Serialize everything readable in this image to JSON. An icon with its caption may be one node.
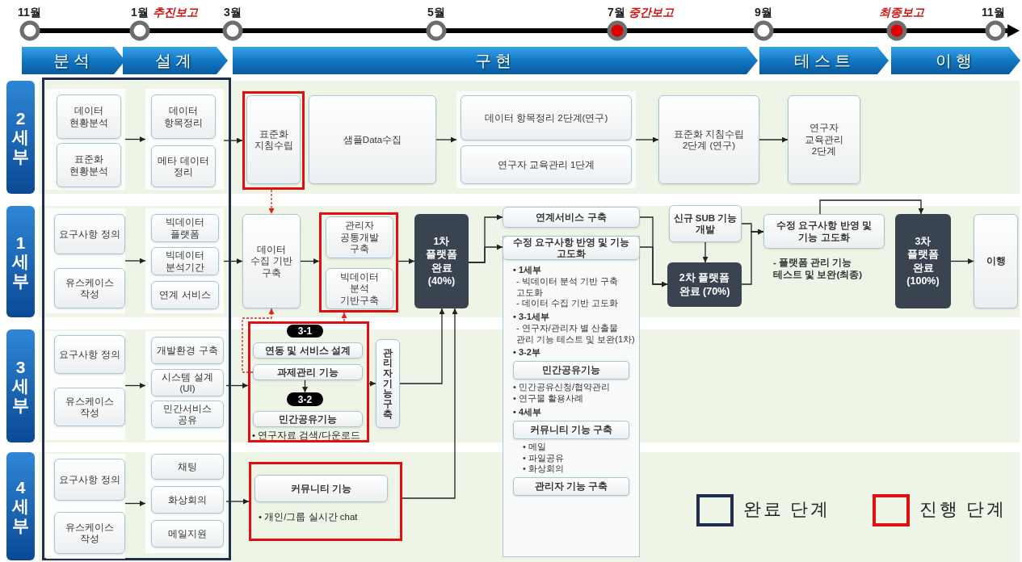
{
  "diagram": {
    "nodes": [
      {
        "text": [
          "분석"
        ]
      },
      {
        "text": [
          "설계"
        ]
      },
      {
        "text": [
          "구현"
        ]
      },
      {
        "text": [
          "테스트"
        ]
      },
      {
        "text": [
          "이행"
        ]
      },
      {
        "text": [
          "2세부"
        ]
      },
      {
        "text": [
          "1세부"
        ]
      },
      {
        "text": [
          "3세부"
        ]
      },
      {
        "text": [
          "4세부"
        ]
      },
      {
        "text": [],
        "shape": "box"
      },
      {
        "text": [],
        "shape": "box",
        "in": 9
      },
      {
        "text": [
          "데이터 현황분석"
        ],
        "in": 10
      },
      {
        "text": [
          "표준화 현황분석"
        ],
        "in": 10
      },
      {
        "text": [],
        "shape": "box",
        "in": 9
      },
      {
        "text": [
          "데이터 항목정리"
        ],
        "in": 13
      },
      {
        "text": [
          "메타 데이터 정리"
        ],
        "in": 13
      },
      {
        "text": [],
        "shape": "box",
        "in": 9
      },
      {
        "text": [
          "요구사항 정의"
        ],
        "in": 16
      },
      {
        "text": [
          "유스케이스 작성"
        ],
        "in": 16
      },
      {
        "text": [],
        "shape": "box",
        "in": 9
      },
      {
        "text": [
          "빅데이터 플랫폼"
        ],
        "in": 19
      },
      {
        "text": [
          "빅데이터 분석기간"
        ],
        "in": 19
      },
      {
        "text": [
          "연계 서비스"
        ],
        "in": 19
      },
      {
        "text": [],
        "shape": "box",
        "in": 9
      },
      {
        "text": [
          "요구사항 정의"
        ],
        "in": 23
      },
      {
        "text": [
          "유스케이스 작성"
        ],
        "in": 23
      },
      {
        "text": [],
        "shape": "box",
        "in": 9
      },
      {
        "text": [
          "개발환경 구축"
        ],
        "in": 26
      },
      {
        "text": [
          "시스템 설계(UI)"
        ],
        "in": 26
      },
      {
        "text": [
          "민간서비스 공유"
        ],
        "in": 26
      },
      {
        "text": [],
        "shape": "box",
        "in": 9
      },
      {
        "text": [
          "요구사항 정의"
        ],
        "in": 30
      },
      {
        "text": [
          "유스케이스 작성"
        ],
        "in": 30
      },
      {
        "text": [],
        "shape": "box",
        "in": 9
      },
      {
        "text": [
          "채팅"
        ],
        "in": 33
      },
      {
        "text": [
          "화상회의"
        ],
        "in": 33
      },
      {
        "text": [
          "메일지원"
        ],
        "in": 33
      },
      {
        "text": [],
        "shape": "box"
      },
      {
        "text": [
          "표준화 지침수립"
        ],
        "in": 37
      },
      {
        "text": [
          "샘플Data수집"
        ]
      },
      {
        "text": [],
        "shape": "box"
      },
      {
        "text": [
          "데이터 항목정리 2단계(연구)"
        ],
        "in": 40
      },
      {
        "text": [
          "연구자 교육관리 1단계"
        ],
        "in": 40
      },
      {
        "text": [
          "표준화 지침수립 2단계 (연구)"
        ]
      },
      {
        "text": [
          "연구자 교육관리 2단계"
        ]
      },
      {
        "text": [
          "데이터 수집 기반 구축"
        ]
      },
      {
        "text": [],
        "shape": "box"
      },
      {
        "text": [
          "관리자 공통개발 구축"
        ],
        "in": 46
      },
      {
        "text": [
          "빅데이터 분석 기반구축"
        ],
        "in": 46
      },
      {
        "text": [
          "1차 플랫폼 완료 (40%)"
        ]
      },
      {
        "text": [
          "연계서비스 구축"
        ]
      },
      {
        "text": [
          "• 1세부",
          "- 빅데이터 분석 기반 구축 고도화",
          "- 데이터 수집 기반 고도화",
          "• 3-1세부",
          "- 연구자/관리자 별 산출물 관리 기능 테스트 및 보완(1차)",
          "• 3-2부",
          "• 민간공유신청/협약관리",
          "• 연구물 활용사례",
          "• 4세부",
          "• 메일",
          "• 파일공유",
          "• 화상회의"
        ]
      },
      {
        "text": [
          "민간공유기능"
        ],
        "in": 51
      },
      {
        "text": [
          "커뮤니티 기능 구축"
        ],
        "in": 51
      },
      {
        "text": [
          "관리자 기능 구축"
        ],
        "in": 51
      },
      {
        "text": [
          "신규 SUB 기능 개발"
        ]
      },
      {
        "text": [
          "2차 플랫폼 완료 (70%)"
        ]
      },
      {
        "text": [
          "수정 요구사항 반영 및 기능 고도화"
        ],
        "beside": [
          "- 플랫폼 관리 기능 테스트 및 보완(최종)"
        ]
      },
      {
        "text": [
          "3차 플랫폼 완료 (100%)"
        ]
      },
      {
        "text": [
          "이행"
        ]
      },
      {
        "text": [
          "• 연구자료 검색/다운로드"
        ]
      },
      {
        "text": [
          "3-1"
        ],
        "in": 60
      },
      {
        "text": [
          "연동 및 서비스 설계"
        ],
        "in": 60
      },
      {
        "text": [
          "과제관리 기능"
        ],
        "in": 60
      },
      {
        "text": [
          "3-2"
        ],
        "in": 60
      },
      {
        "text": [
          "민간공유기능"
        ],
        "in": 60
      },
      {
        "text": [
          "관리자기능구축"
        ]
      },
      {
        "text": [
          "• 개인/그룹 실시간 chat"
        ]
      },
      {
        "text": [
          "커뮤니티 기능"
        ],
        "in": 67
      },
      {
        "text": [
          "수정 요구사항 반영 및 기능 고도화"
        ],
        "in": 51
      }
    ],
    "edges": [
      {
        "from": 10,
        "to": 13,
        "arrow": "to"
      },
      {
        "from": 13,
        "to": 37,
        "arrow": "to"
      },
      {
        "from": 39,
        "to": 40,
        "arrow": "to"
      },
      {
        "from": 40,
        "to": 43,
        "arrow": "to"
      },
      {
        "from": 43,
        "to": 44,
        "arrow": "to"
      },
      {
        "from": 37,
        "to": 45,
        "arrow": "to",
        "style": "dashed",
        "color": "#e02020"
      },
      {
        "from": 16,
        "to": 19,
        "arrow": "to"
      },
      {
        "from": 19,
        "to": 45,
        "arrow": "to"
      },
      {
        "from": 45,
        "to": 46,
        "arrow": "to"
      },
      {
        "from": 46,
        "to": 49,
        "arrow": "to"
      },
      {
        "from": 49,
        "to": 50,
        "arrow": "to"
      },
      {
        "from": 49,
        "to": 69,
        "arrow": "to"
      },
      {
        "from": 50,
        "to": 56,
        "arrow": "to"
      },
      {
        "from": 69,
        "to": 56,
        "arrow": "to"
      },
      {
        "from": 55,
        "to": 56,
        "arrow": "to"
      },
      {
        "from": 55,
        "to": 57,
        "arrow": "to"
      },
      {
        "from": 56,
        "to": 57,
        "arrow": "to"
      },
      {
        "from": 57,
        "to": 58,
        "arrow": "to"
      },
      {
        "from": 58,
        "to": 59,
        "arrow": "to"
      },
      {
        "from": 23,
        "to": 26,
        "arrow": "to"
      },
      {
        "from": 26,
        "to": 60,
        "arrow": "to"
      },
      {
        "from": 63,
        "to": 45,
        "arrow": "to",
        "style": "dashed",
        "color": "#e02020"
      },
      {
        "from": 60,
        "to": 46,
        "arrow": "to",
        "style": "dashed",
        "color": "#e02020"
      },
      {
        "from": 63,
        "to": 64,
        "arrow": "to"
      },
      {
        "from": 60,
        "to": 66,
        "arrow": "to"
      },
      {
        "from": 66,
        "to": 49,
        "arrow": "to"
      },
      {
        "from": 30,
        "to": 33,
        "arrow": "to"
      },
      {
        "from": 33,
        "to": 67,
        "arrow": "to"
      },
      {
        "from": 67,
        "to": 49,
        "arrow": "to"
      }
    ],
    "labels": [
      "11월",
      "1월",
      "추진보고",
      "3월",
      "5월",
      "7월",
      "중간보고",
      "9월",
      "최종보고",
      "11월"
    ],
    "legend": [
      {
        "text": "완료 단계",
        "color": "#1f2d4e"
      },
      {
        "text": "진행 단계",
        "color": "#e01010"
      }
    ]
  }
}
